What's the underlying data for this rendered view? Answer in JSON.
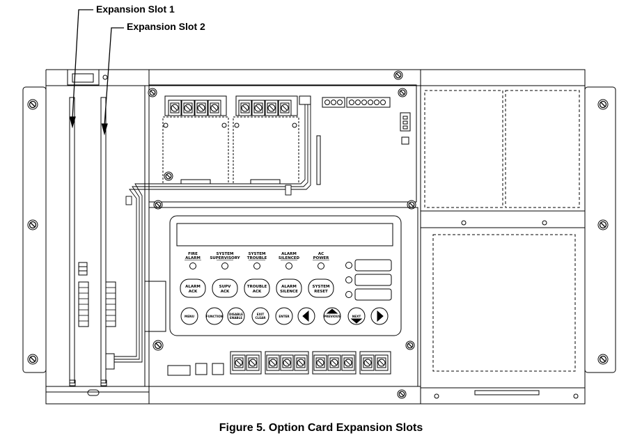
{
  "callouts": {
    "slot1": "Expansion Slot 1",
    "slot2": "Expansion Slot 2"
  },
  "caption": "Figure 5.  Option Card Expansion Slots",
  "panel": {
    "indicators": [
      {
        "line1": "FIRE",
        "line2": "ALARM"
      },
      {
        "line1": "SYSTEM",
        "line2": "SUPERVISORY"
      },
      {
        "line1": "SYSTEM",
        "line2": "TROUBLE"
      },
      {
        "line1": "ALARM",
        "line2": "SILENCED"
      },
      {
        "line1": "AC",
        "line2": "POWER"
      }
    ],
    "buttons": [
      {
        "line1": "ALARM",
        "line2": "ACK"
      },
      {
        "line1": "SUPV",
        "line2": "ACK"
      },
      {
        "line1": "TROUBLE",
        "line2": "ACK"
      },
      {
        "line1": "ALARM",
        "line2": "SILENCE"
      },
      {
        "line1": "SYSTEM",
        "line2": "RESET"
      }
    ],
    "nav_buttons": [
      {
        "line1": "MENU",
        "line2": ""
      },
      {
        "line1": "FUNCTION",
        "line2": ""
      },
      {
        "line1": "DISABLE",
        "line2": "ENABLE"
      },
      {
        "line1": "EXIT",
        "line2": "CLEAR"
      },
      {
        "line1": "ENTER",
        "line2": ""
      },
      {
        "line1": "",
        "line2": ""
      },
      {
        "line1": "PREVIOUS",
        "line2": ""
      },
      {
        "line1": "NEXT",
        "line2": ""
      },
      {
        "line1": "",
        "line2": ""
      }
    ]
  }
}
